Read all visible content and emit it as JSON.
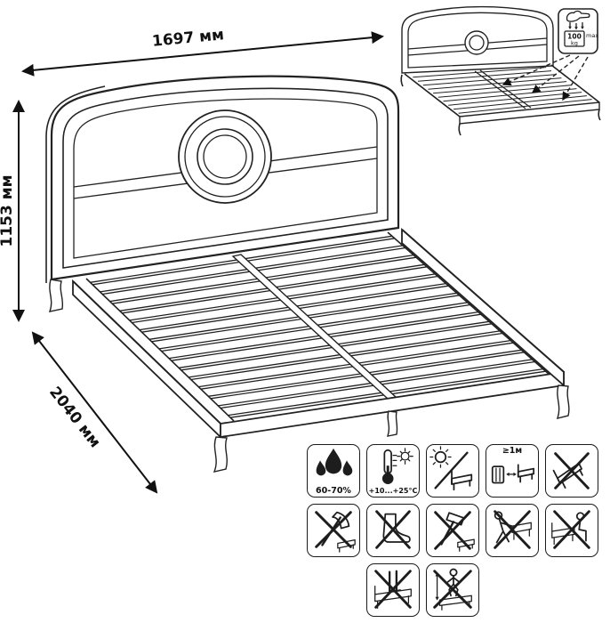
{
  "dimensions": {
    "width": "1697 мм",
    "height": "1153 мм",
    "length": "2040 мм"
  },
  "load_limit": {
    "value": "100",
    "unit": "kg",
    "qualifier": "max"
  },
  "care": {
    "labels": {
      "humidity": "60-70%",
      "temperature": "+10...+25°C",
      "heater_distance": "≥1м"
    },
    "icon_names": [
      "humidity-icon",
      "temperature-range-icon",
      "no-direct-sunlight-icon",
      "heater-distance-icon",
      "no-tilt-icon",
      "no-axe-icon",
      "no-shoes-icon",
      "no-hammer-icon",
      "no-drag-icon",
      "no-sit-on-edge-icon",
      "no-standing-icon",
      "no-jumping-icon"
    ]
  }
}
